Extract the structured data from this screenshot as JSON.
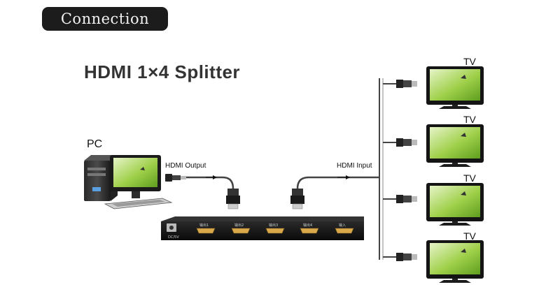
{
  "badge": {
    "text": "Connection"
  },
  "title": "HDMI 1×4 Splitter",
  "pc_label": "PC",
  "hdmi_output_label": "HDMI Output",
  "hdmi_input_label": "HDMI Input",
  "tv_labels": [
    "TV",
    "TV",
    "TV",
    "TV"
  ],
  "splitter": {
    "power_label": "DC/5V",
    "port_labels": [
      "输出1",
      "输出2",
      "输出3",
      "输出4",
      "输入"
    ]
  },
  "colors": {
    "badge_bg": "#1c1c1c",
    "device_black": "#141414",
    "screen_green": "#8dc63f",
    "cable": "#444444"
  }
}
